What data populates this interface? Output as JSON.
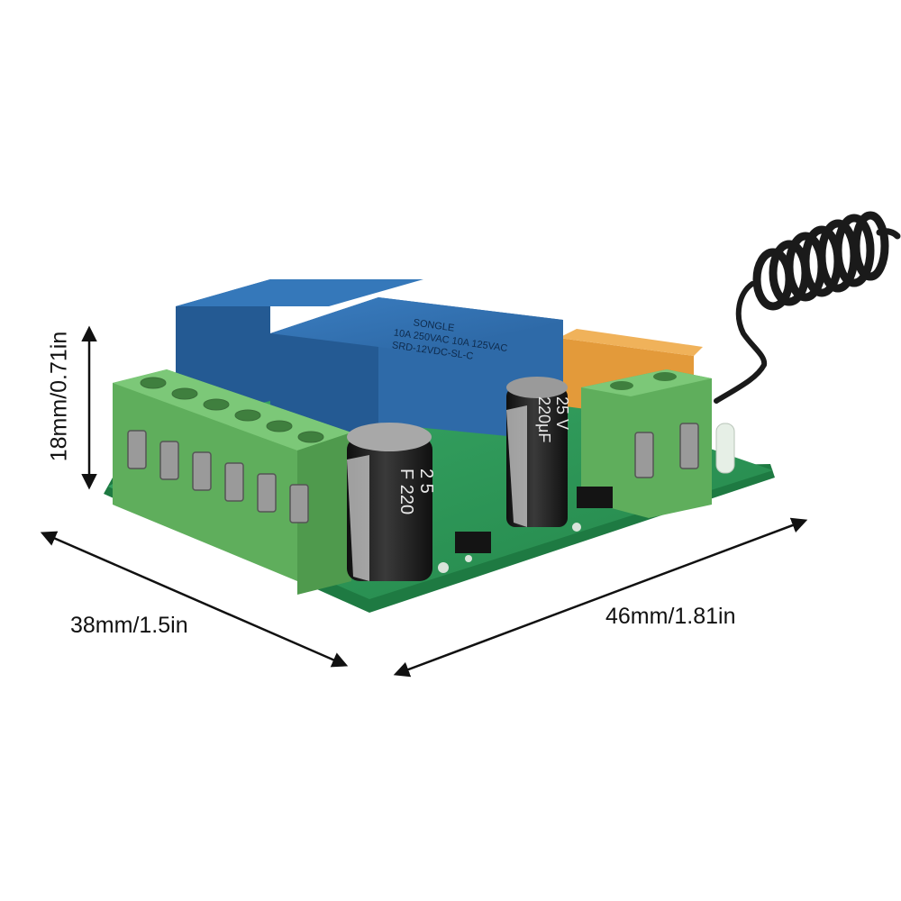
{
  "dimensions": {
    "height_label": "18mm/0.71in",
    "depth_label": "38mm/1.5in",
    "width_label": "46mm/1.81in"
  },
  "colors": {
    "pcb": "#2f9e5c",
    "terminal_block": "#6fbf6a",
    "relay": "#2e6aa8",
    "capacitor": "#1c1c1c",
    "antenna": "#1a1a1a",
    "rf_module": "#e39a3a",
    "arrow": "#111111"
  },
  "icons": {
    "height_arrow": "double-arrow-vertical",
    "depth_arrow": "double-arrow-diagonal",
    "width_arrow": "double-arrow-diagonal"
  }
}
